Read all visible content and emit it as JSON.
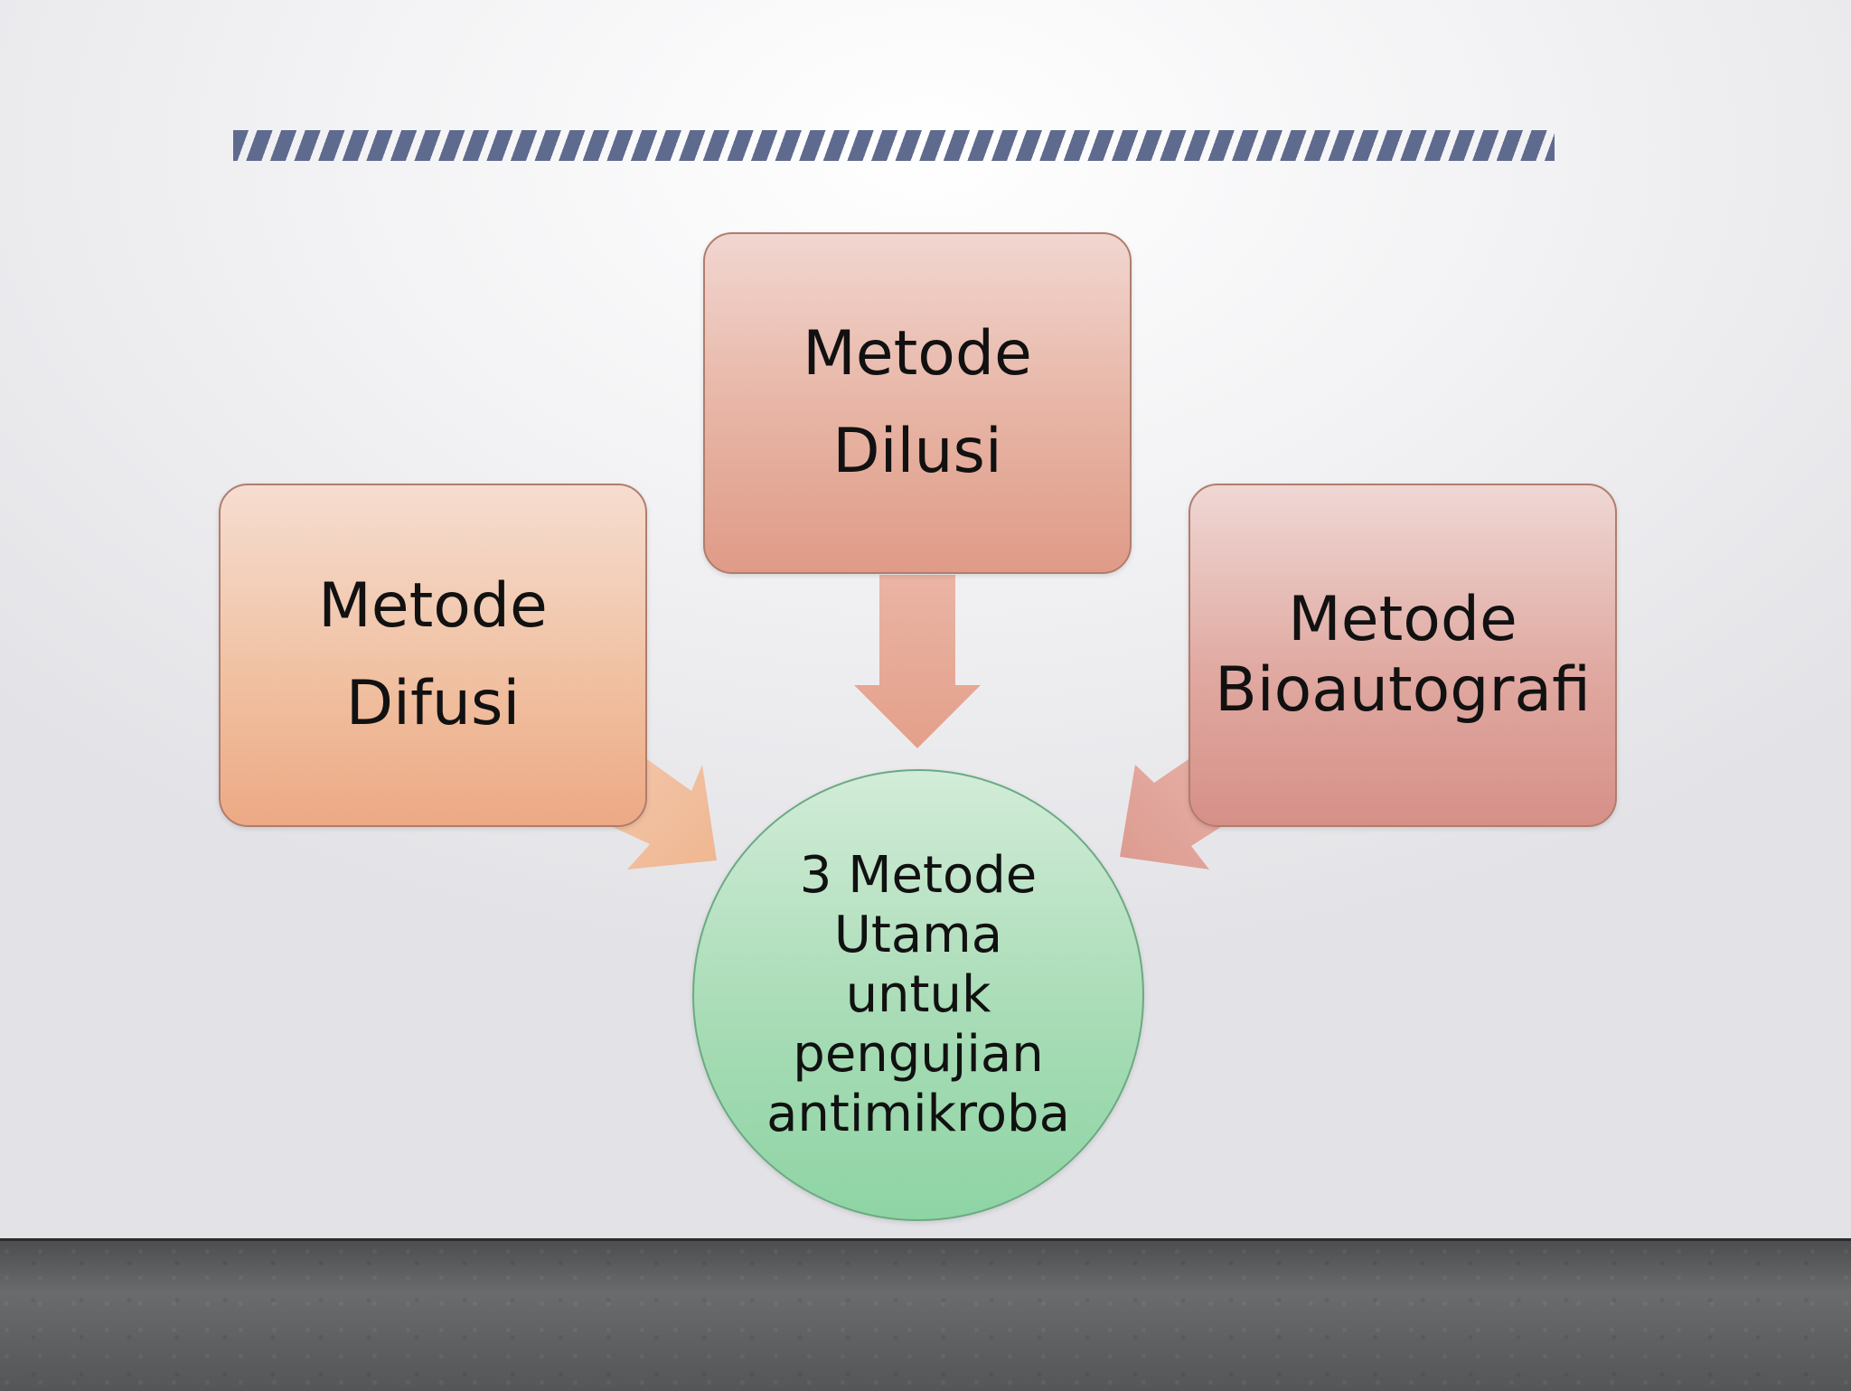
{
  "diagram": {
    "nodes": {
      "difusi": {
        "lines": [
          "Metode",
          "Difusi"
        ]
      },
      "dilusi": {
        "lines": [
          "Metode",
          "Dilusi"
        ]
      },
      "bioautografi": {
        "lines": [
          "Metode",
          "Bioautografi"
        ]
      },
      "center": {
        "lines": [
          "3 Metode",
          "Utama",
          "untuk",
          "pengujian",
          "antimikroba"
        ]
      }
    },
    "edges": [
      {
        "from": "difusi",
        "to": "center"
      },
      {
        "from": "dilusi",
        "to": "center"
      },
      {
        "from": "bioautografi",
        "to": "center"
      }
    ],
    "colors": {
      "method_box_fill": "#eda985",
      "center_fill": "#a8dcb6",
      "arrow": "#e9a98f",
      "stripe": "#5f6b8e"
    }
  }
}
